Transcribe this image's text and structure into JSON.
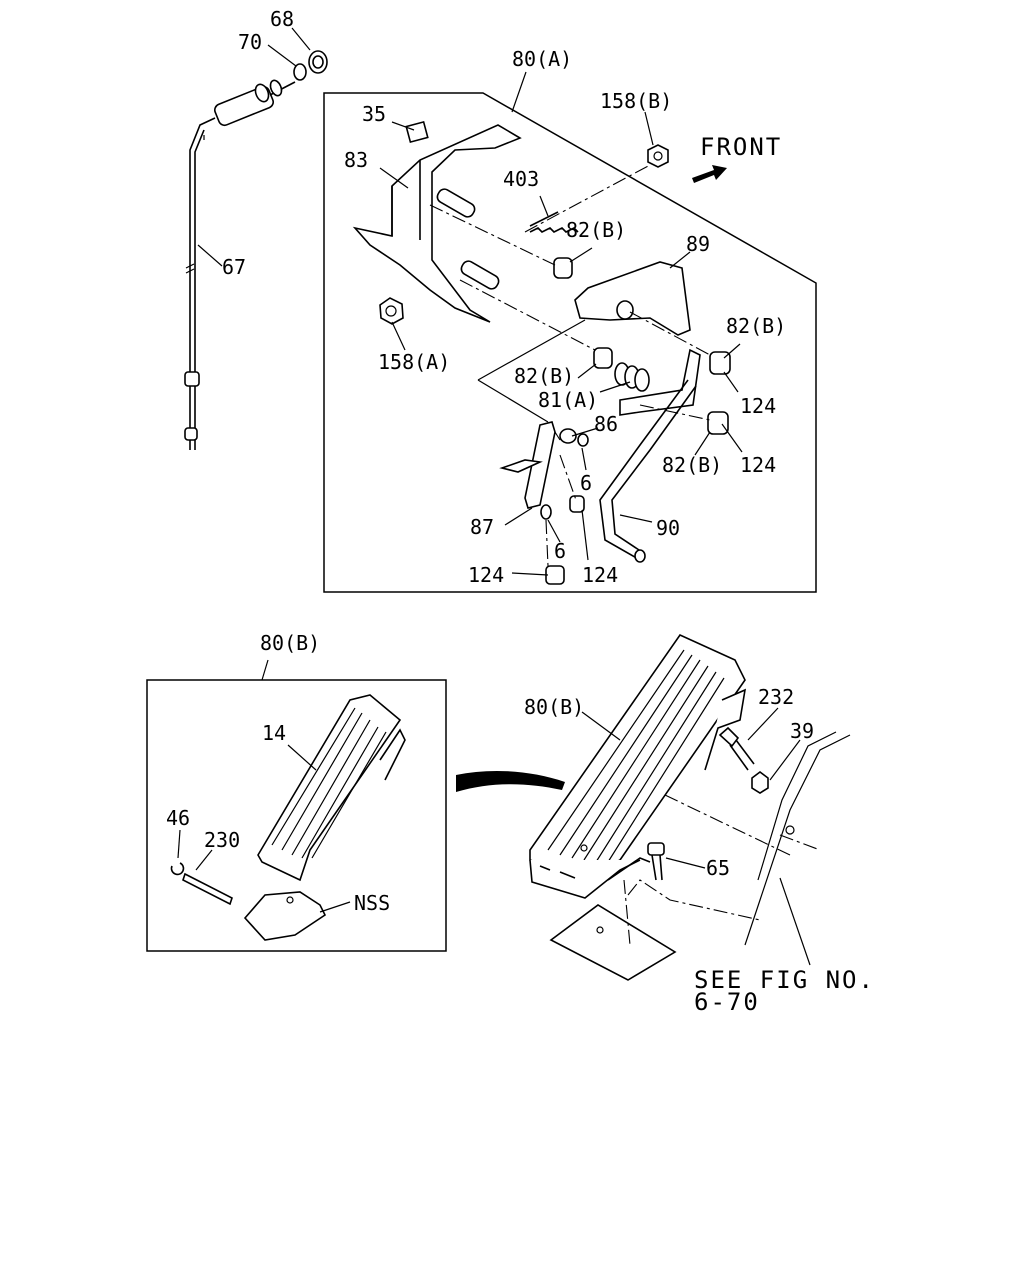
{
  "callouts": {
    "c68": "68",
    "c70": "70",
    "c67": "67",
    "c80a": "80(A)",
    "c158b": "158(B)",
    "front": "FRONT",
    "c35": "35",
    "c83": "83",
    "c403": "403",
    "c82b_1": "82(B)",
    "c89": "89",
    "c82b_2": "82(B)",
    "c158a": "158(A)",
    "c82b_3": "82(B)",
    "c124_1": "124",
    "c81a": "81(A)",
    "c86": "86",
    "c6_1": "6",
    "c82b_4": "82(B)",
    "c124_2": "124",
    "c87": "87",
    "c6_2": "6",
    "c90": "90",
    "c124_3": "124",
    "c124_4": "124",
    "c80b_box": "80(B)",
    "c14": "14",
    "c46": "46",
    "c230": "230",
    "nss": "NSS",
    "c80b_main": "80(B)",
    "c232": "232",
    "c39": "39",
    "c65": "65",
    "see_fig_1": "SEE FIG NO.",
    "see_fig_2": "6-70"
  }
}
